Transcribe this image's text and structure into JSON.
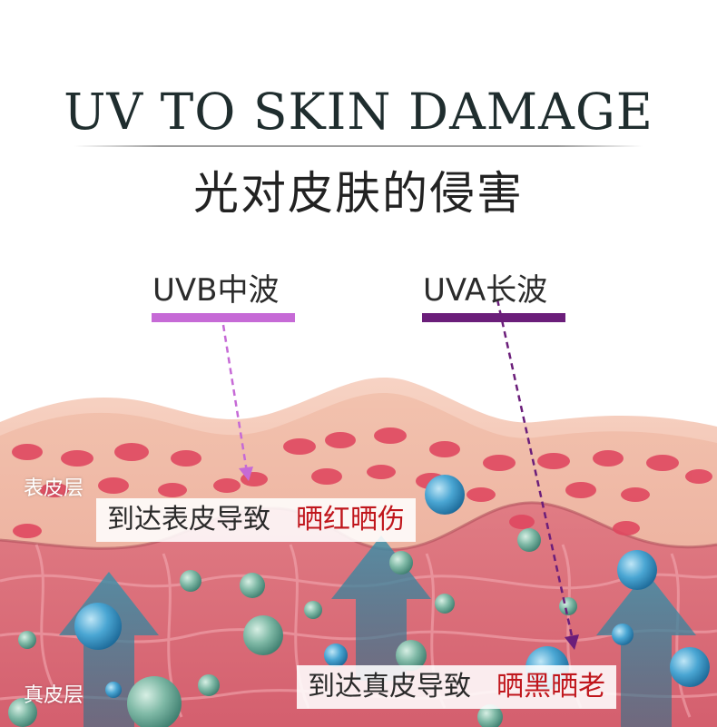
{
  "title_en": "UV TO SKIN DAMAGE",
  "title_cn": "光对皮肤的侵害",
  "uvb": {
    "label": "UVB中波",
    "color": "#c66ad6"
  },
  "uva": {
    "label": "UVA长波",
    "color": "#6b1e7a"
  },
  "layers": {
    "epidermis": "表皮层",
    "dermis": "真皮层"
  },
  "notes": [
    {
      "text": "到达表皮导致",
      "effect": "晒红晒伤"
    },
    {
      "text": "到达真皮导致",
      "effect": "晒黑晒老"
    }
  ],
  "colors": {
    "title": "#1f2d2e",
    "effect_text": "#c0161c",
    "skin_top": "#f0b8a0",
    "dermis": "#e07080"
  }
}
